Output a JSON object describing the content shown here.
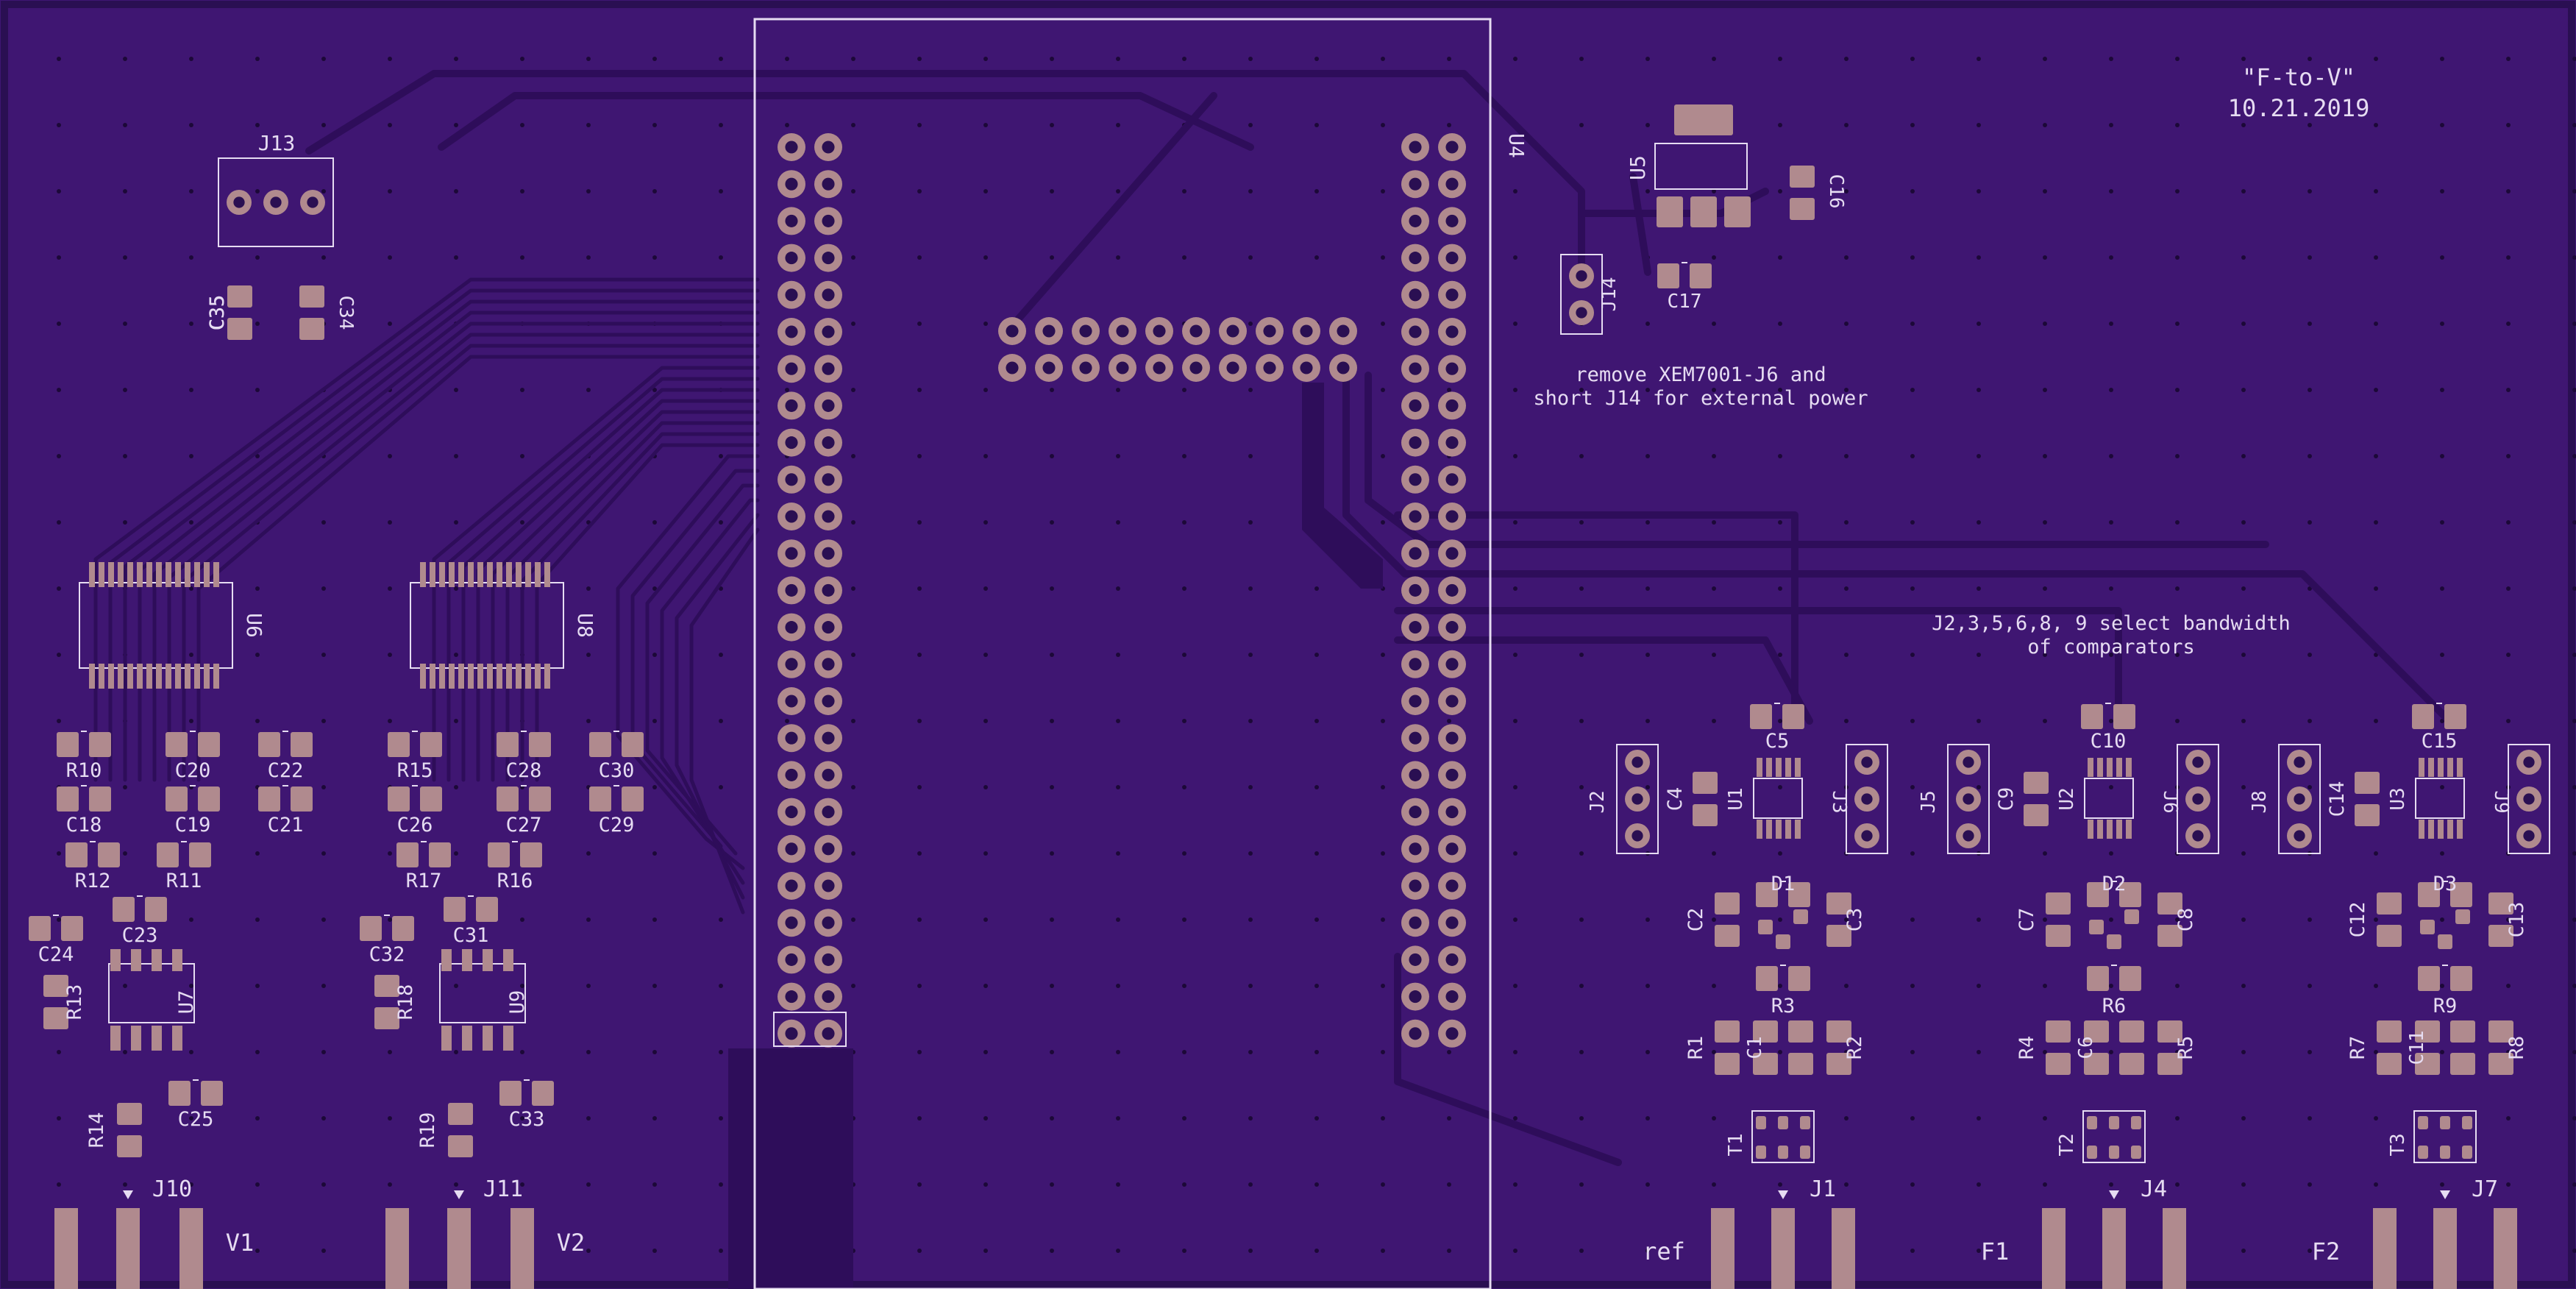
{
  "board": {
    "title": "\"F-to-V\"",
    "date": "10.21.2019",
    "notes": {
      "power": [
        "remove XEM7001-J6 and",
        "short J14 for external power"
      ],
      "bandwidth": [
        "J2,3,5,6,8, 9 select bandwidth",
        "of comparators"
      ]
    },
    "colors": {
      "board": "#3f1672",
      "trace": "#2e0d5a",
      "pad": "#b08a8e",
      "silk": "#e6dcf2"
    }
  },
  "labels": {
    "J13": "J13",
    "C35": "C35",
    "C34": "C34",
    "U6": "U6",
    "U8": "U8",
    "U4": "U4",
    "U5": "U5",
    "C16": "C16",
    "J14": "J14",
    "C17": "C17",
    "R10": "R10",
    "C20": "C20",
    "C22": "C22",
    "C18": "C18",
    "C19": "C19",
    "C21": "C21",
    "R12": "R12",
    "R11": "R11",
    "C24": "C24",
    "C23": "C23",
    "R13": "R13",
    "U7": "U7",
    "R14": "R14",
    "C25": "C25",
    "J10": "J10",
    "V1": "V1",
    "R15": "R15",
    "C28": "C28",
    "C30": "C30",
    "C26": "C26",
    "C27": "C27",
    "C29": "C29",
    "R17": "R17",
    "R16": "R16",
    "C32": "C32",
    "C31": "C31",
    "R18": "R18",
    "U9": "U9",
    "R19": "R19",
    "C33": "C33",
    "J11": "J11",
    "V2": "V2",
    "C5": "C5",
    "J2": "J2",
    "C4": "C4",
    "U1": "U1",
    "J3": "J3",
    "D1": "D1",
    "C2": "C2",
    "C3": "C3",
    "R3": "R3",
    "R1": "R1",
    "C1": "C1",
    "R2": "R2",
    "T1": "T1",
    "J1": "J1",
    "ref": "ref",
    "C10": "C10",
    "J5": "J5",
    "C9": "C9",
    "U2": "U2",
    "J6": "J6",
    "D2": "D2",
    "C7": "C7",
    "C8": "C8",
    "R6": "R6",
    "R4": "R4",
    "C6": "C6",
    "R5": "R5",
    "T2": "T2",
    "J4": "J4",
    "F1": "F1",
    "C15": "C15",
    "J8": "J8",
    "C14": "C14",
    "U3": "U3",
    "J9": "J9",
    "D3": "D3",
    "C12": "C12",
    "C13": "C13",
    "R9": "R9",
    "R7": "R7",
    "C11": "C11",
    "R8": "R8",
    "T3": "T3",
    "J7": "J7",
    "F2": "F2"
  }
}
